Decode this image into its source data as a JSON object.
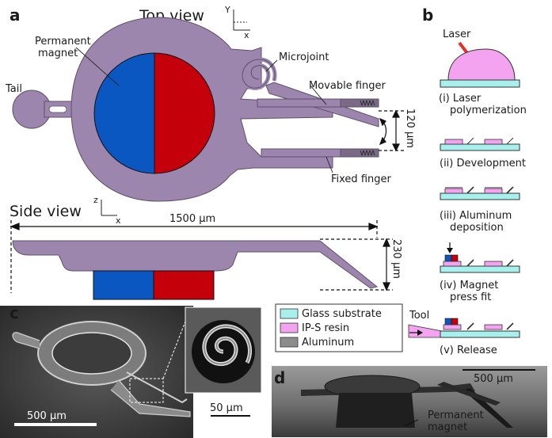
{
  "panels": {
    "a": "a",
    "b": "b",
    "c": "c",
    "d": "d"
  },
  "top_view": {
    "title": "Top view",
    "axis_y": "Y",
    "axis_x": "x",
    "labels": {
      "magnet": "Permanent\nmagnet",
      "tail": "Tail",
      "microjoint": "Microjoint",
      "movable_finger": "Movable finger",
      "fixed_finger": "Fixed finger",
      "gap": "120 μm"
    }
  },
  "side_view": {
    "title": "Side view",
    "axis_z": "z",
    "axis_x": "x",
    "length": "1500 μm",
    "height": "230 μm"
  },
  "process": {
    "laser": "Laser",
    "steps": [
      "(i) Laser\npolymerization",
      "(ii) Development",
      "(iii) Aluminum\ndeposition",
      "(iv) Magnet\npress fit",
      "(v) Release"
    ],
    "tool": "Tool"
  },
  "legend": {
    "items": [
      {
        "label": "Glass substrate",
        "color": "#a8f0ee"
      },
      {
        "label": "IP-S resin",
        "color": "#f3a3f0"
      },
      {
        "label": "Aluminum",
        "color": "#8c8c8c"
      }
    ]
  },
  "sem": {
    "scalebar_c": "500 μm",
    "scalebar_inset": "50 μm",
    "scalebar_d": "500 μm",
    "magnet_label": "Permanent\nmagnet"
  },
  "colors": {
    "body": "#9c86ad",
    "magnet_blue": "#0b57c2",
    "magnet_red": "#c4000b",
    "glass": "#a8f0ee",
    "resin": "#f3a3f0",
    "aluminum": "#8c8c8c"
  }
}
